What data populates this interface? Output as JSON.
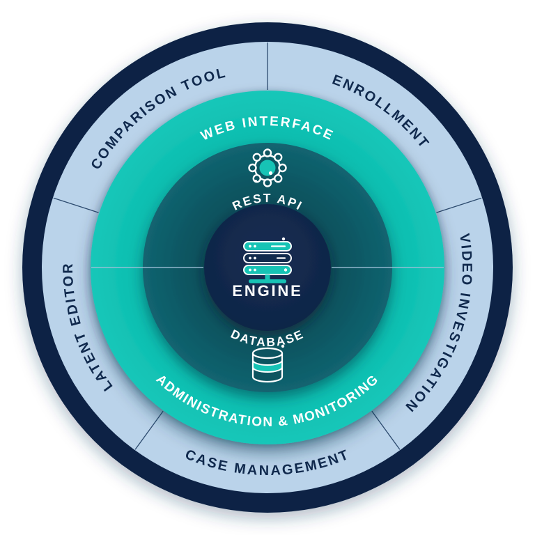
{
  "title": "Platform architecture wheel diagram",
  "colors": {
    "outer_ring": "#0e2444",
    "segment_ring": "#bad3ea",
    "middle_ring": "#0fc0b3",
    "inner_ring": "#0d5460",
    "core": "#12294a",
    "navy_text": "#10294d",
    "white_text": "#ffffff",
    "icon_accent_teal": "#17c3b5"
  },
  "outer_ring": {
    "segments": [
      {
        "id": "comparison-tool",
        "label": "COMPARISON TOOL"
      },
      {
        "id": "enrollment",
        "label": "ENROLLMENT"
      },
      {
        "id": "video-investigation",
        "label": "VIDEO INVESTIGATION"
      },
      {
        "id": "case-management",
        "label": "CASE MANAGEMENT"
      },
      {
        "id": "latent-editor",
        "label": "LATENT EDITOR"
      }
    ]
  },
  "middle_ring": {
    "top_label": "WEB INTERFACE",
    "bottom_label": "ADMINISTRATION & MONITORING"
  },
  "inner_ring": {
    "top_label": "REST API",
    "bottom_label": "DATABASE"
  },
  "core": {
    "label": "ENGINE"
  },
  "icons": {
    "rest_api": "gear-icon",
    "engine": "server-icon",
    "database": "database-icon"
  }
}
